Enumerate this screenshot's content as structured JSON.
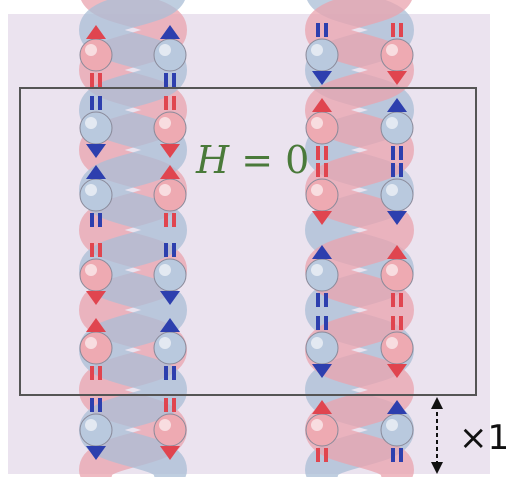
{
  "annotation": {
    "field_symbol": "H",
    "field_relation": "= 0",
    "repeat_label": "×1"
  },
  "colors": {
    "background": "#ebe3ef",
    "red_ribbon": "#e9a3ad",
    "blue_ribbon": "#a9bdd6",
    "red_spin": "#e0454f",
    "blue_spin": "#2d3fae",
    "atom_red": "#eeaab2",
    "atom_blue": "#b9c9de",
    "unit_cell": "#555555",
    "field_label": "#4a7a3a"
  },
  "ladders": [
    {
      "name": "left-ladder",
      "columns": [
        {
          "ribbon": "red",
          "spins": [
            "red-up",
            "blue-down",
            "blue-up",
            "red-down",
            "red-up",
            "blue-down"
          ]
        },
        {
          "ribbon": "blue",
          "spins": [
            "blue-up",
            "red-down",
            "red-up",
            "blue-down",
            "blue-up",
            "red-down"
          ]
        }
      ]
    },
    {
      "name": "right-ladder",
      "columns": [
        {
          "ribbon": "blue",
          "spins": [
            "blue-down",
            "red-up",
            "red-down",
            "blue-up",
            "blue-down",
            "red-up"
          ]
        },
        {
          "ribbon": "red",
          "spins": [
            "red-down",
            "blue-up",
            "blue-down",
            "red-up",
            "red-down",
            "blue-up"
          ]
        }
      ]
    }
  ]
}
